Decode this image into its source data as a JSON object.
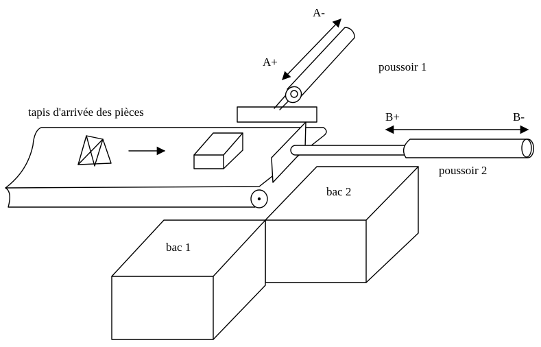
{
  "labels": {
    "conveyor": "tapis d'arrivée des pièces",
    "pusher1": "poussoir 1",
    "pusher2": "poussoir 2",
    "bin1": "bac 1",
    "bin2": "bac 2",
    "a_minus": "A-",
    "a_plus": "A+",
    "b_plus": "B+",
    "b_minus": "B-"
  }
}
